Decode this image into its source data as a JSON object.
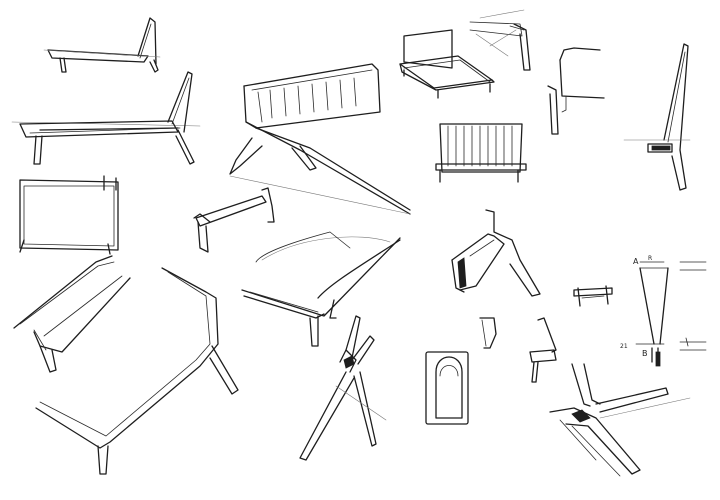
{
  "sheet": {
    "background": "#ffffff",
    "ink_color": "#1e1e1e"
  },
  "sketches": [
    {
      "name": "small-lounger-sketch"
    },
    {
      "name": "chaise-lounge-side-sketch"
    },
    {
      "name": "sofa-perspective-sketch"
    },
    {
      "name": "bed-frame-sketch"
    },
    {
      "name": "slatted-bench-front-sketch"
    },
    {
      "name": "leg-joint-corner-sketch"
    },
    {
      "name": "chair-side-outline-sketch"
    },
    {
      "name": "backrest-joint-detail-sketch"
    },
    {
      "name": "frame-top-view-sketch"
    },
    {
      "name": "side-table-perspective-sketch"
    },
    {
      "name": "coffee-table-perspective-sketch"
    },
    {
      "name": "large-frame-perspective-sketch"
    },
    {
      "name": "leg-profile-detail-sketch"
    },
    {
      "name": "tripod-joint-sketch"
    },
    {
      "name": "bracket-detail-sketch"
    },
    {
      "name": "rounded-cushion-detail-sketch"
    },
    {
      "name": "chair-mini-sketch"
    },
    {
      "name": "stool-front-sketch"
    },
    {
      "name": "dimension-drawing"
    },
    {
      "name": "corner-joint-close-up-sketch"
    }
  ],
  "dimension_drawing": {
    "label_a": "A",
    "label_b": "B",
    "label_r": "R",
    "label_21": "21"
  }
}
